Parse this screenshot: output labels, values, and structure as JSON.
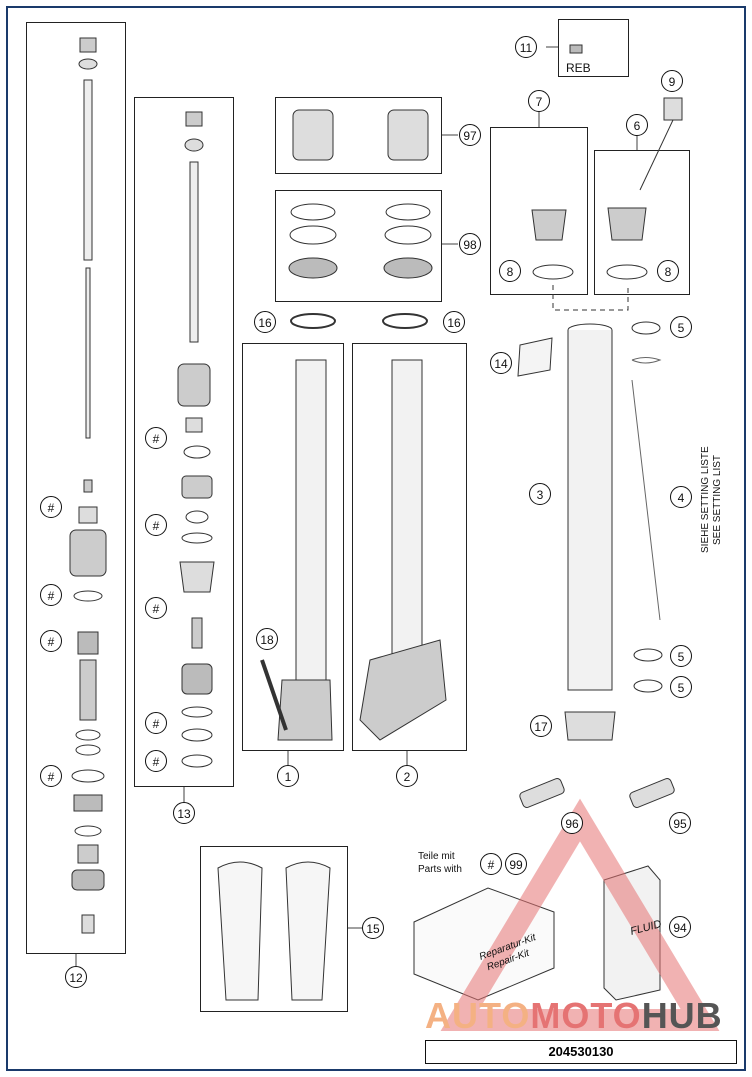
{
  "document": {
    "number": "204530130"
  },
  "labels": {
    "reb": "REB",
    "setting_de": "SIEHE SETTING LISTE",
    "setting_en": "SEE SETTING LIST",
    "parts_de": "Teile mit",
    "parts_en": "Parts with",
    "fluid": "FLUID",
    "repair_kit_de": "Reparatur-Kit",
    "repair_kit_en": "Repair-Kit"
  },
  "callouts": {
    "c1": "1",
    "c2": "2",
    "c3": "3",
    "c4": "4",
    "c5a": "5",
    "c5b": "5",
    "c5c": "5",
    "c6": "6",
    "c7": "7",
    "c8a": "8",
    "c8b": "8",
    "c9": "9",
    "c11": "11",
    "c12": "12",
    "c13": "13",
    "c14": "14",
    "c15": "15",
    "c16a": "16",
    "c16b": "16",
    "c17": "17",
    "c18": "18",
    "c94": "94",
    "c95": "95",
    "c96": "96",
    "c97": "97",
    "c98": "98",
    "c99": "99",
    "hash": "#"
  },
  "watermark": {
    "part1": "AUTO",
    "part2": "MOTO",
    "part3": "HUB",
    "color1": "#f4b183",
    "color2": "#e57373",
    "color3": "#555555"
  }
}
